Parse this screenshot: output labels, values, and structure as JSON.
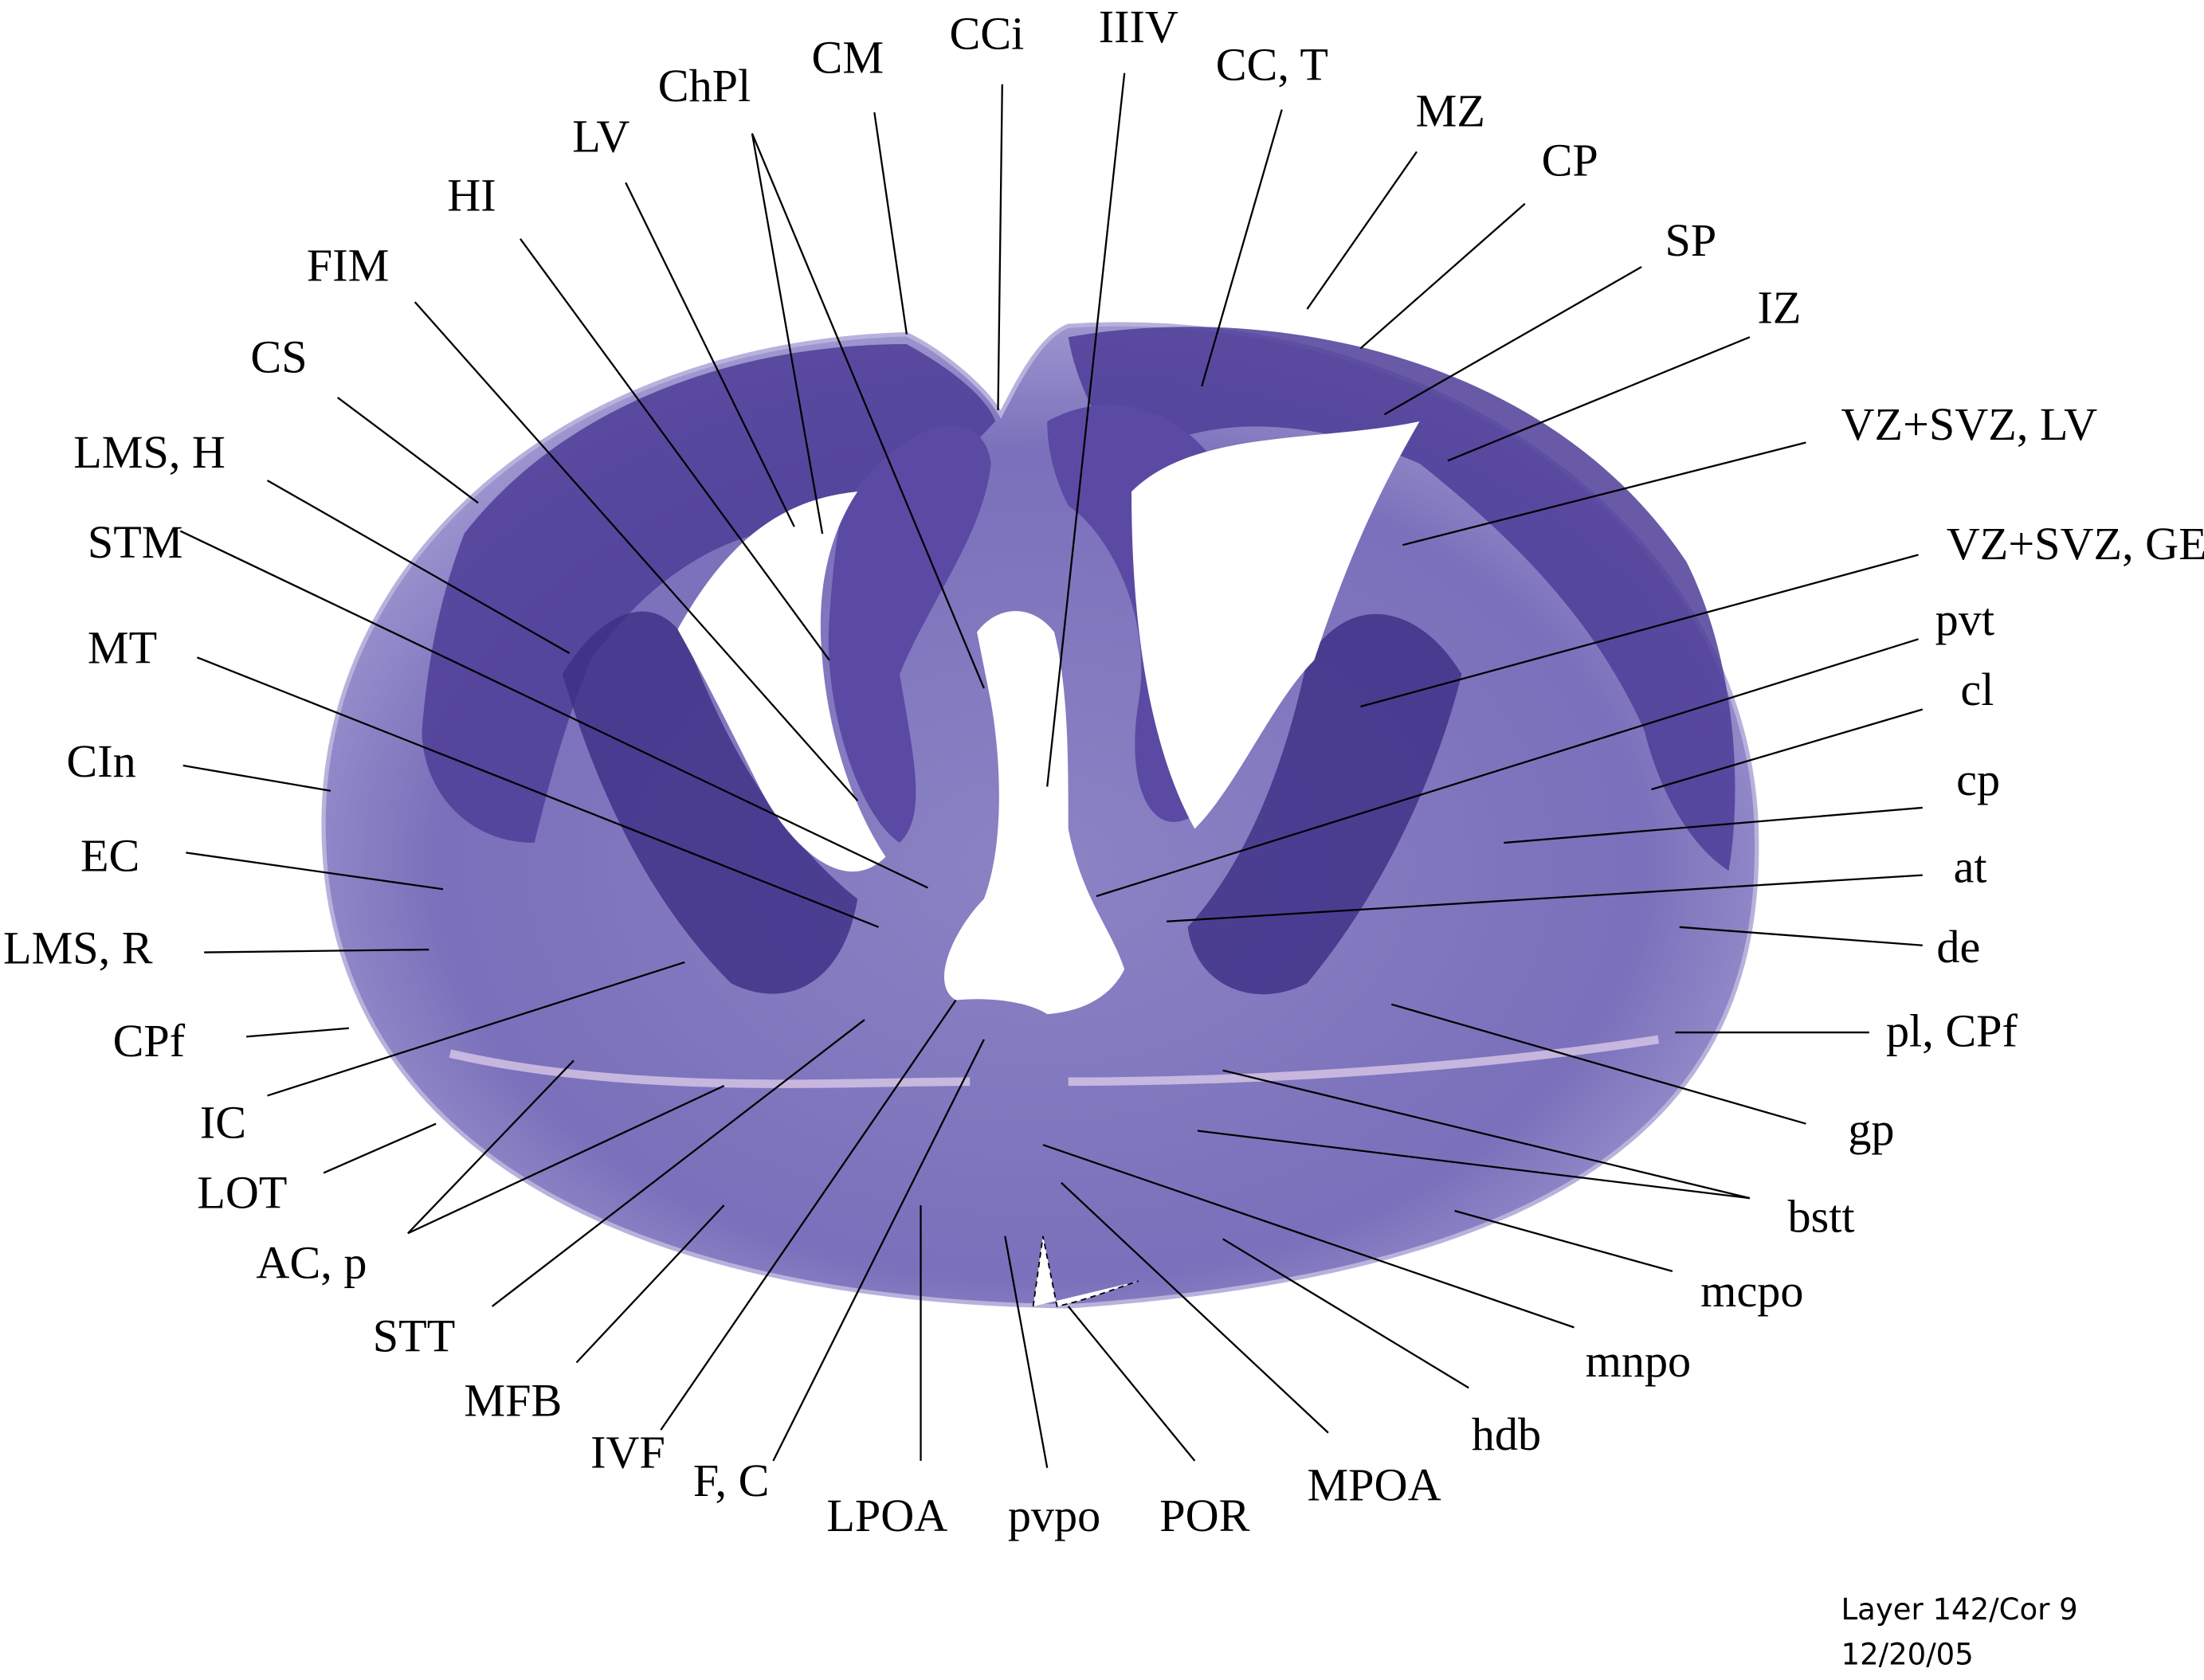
{
  "labels": [
    "CM",
    "CCi",
    "IIIV",
    "CC, T",
    "MZ",
    "CP",
    "SP",
    "IZ",
    "VZ+SVZ, LV",
    "VZ+SVZ, GE",
    "pvt",
    "cl",
    "cp",
    "at",
    "de",
    "pl, CPf",
    "gp",
    "bstt",
    "mcpo",
    "mnpo",
    "hdb",
    "MPOA",
    "POR",
    "pvpo",
    "LPOA",
    "F, C",
    "IVF",
    "MFB",
    "STT",
    "AC, p",
    "LOT",
    "IC",
    "CPf",
    "LMS, R",
    "EC",
    "CIn",
    "MT",
    "STM",
    "LMS, H",
    "CS",
    "FIM",
    "HI",
    "LV",
    "ChPl"
  ],
  "caption": {
    "line1": "Layer 142/Cor 9",
    "line2": "12/20/05"
  },
  "colors": {
    "tissue": "#8e86c8",
    "cortex": "#4a3a94",
    "deep": "#3a2c80",
    "pink": "#c9a6d8"
  }
}
